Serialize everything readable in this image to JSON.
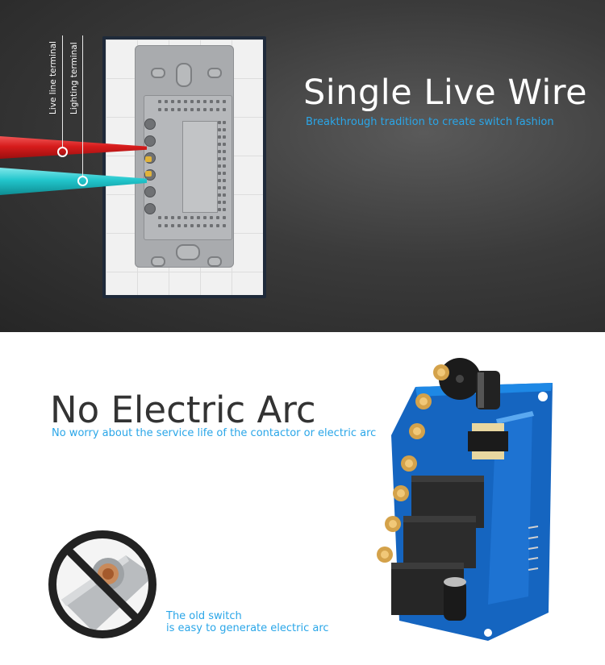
{
  "top": {
    "title": "Single Live Wire",
    "subtitle": "Breakthrough tradition to create switch fashion",
    "label_live": "Live line terminal",
    "label_lighting": "Lighting terminal"
  },
  "bottom": {
    "title": "No Electric Arc",
    "subtitle": "No worry about the service life of the contactor or electric arc",
    "caption_line1": "The old switch",
    "caption_line2": "is easy to generate electric arc"
  },
  "colors": {
    "accent": "#2aa6e8",
    "wire_live": "#d71c1c",
    "wire_lighting": "#22c6cc",
    "board": "#1565c0"
  },
  "icons": [
    "prohibited-icon"
  ]
}
